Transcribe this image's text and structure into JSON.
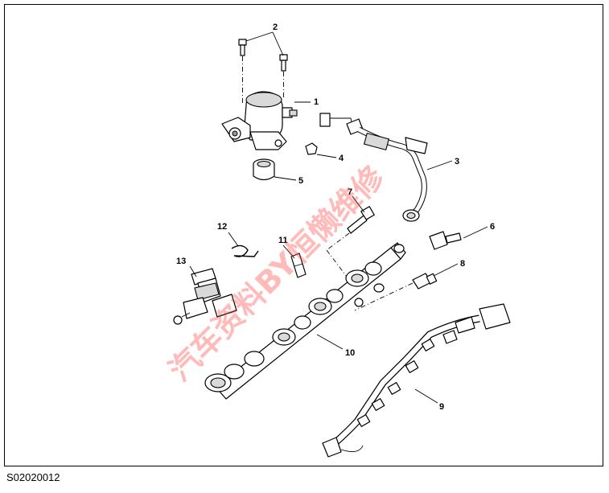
{
  "figure_code": "S02020012",
  "callouts": {
    "c1": "1",
    "c2": "2",
    "c3": "3",
    "c4": "4",
    "c5": "5",
    "c6": "6",
    "c7": "7",
    "c8": "8",
    "c9": "9",
    "c10": "10",
    "c11": "11",
    "c12": "12",
    "c13": "13"
  },
  "watermark": {
    "text": "汽车资料BY恒懒维修",
    "color": "#ff3b3b"
  }
}
